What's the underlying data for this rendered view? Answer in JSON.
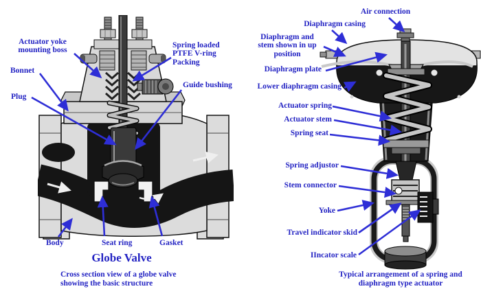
{
  "figure": {
    "colors": {
      "label_text": "#2323c3",
      "leader_arrow": "#2e2ed6",
      "background": "#ffffff"
    },
    "left": {
      "title": "Globe Valve",
      "caption": [
        "Cross section view of a globe valve",
        "showing the basic structure"
      ],
      "labels": {
        "actuator_yoke_line1": "Actuator yoke",
        "actuator_yoke_line2": "mounting boss",
        "bonnet": "Bonnet",
        "plug": "Plug",
        "packing_line1": "Spring loaded",
        "packing_line2": "PTFE V-ring",
        "packing_line3": "Packing",
        "guide_bushing": "Guide bushing",
        "body": "Body",
        "seat_ring": "Seat ring",
        "gasket": "Gasket"
      }
    },
    "right": {
      "caption": [
        "Typical arrangement of a spring and",
        "diaphragm type actuator"
      ],
      "labels": {
        "air_connection": "Air connection",
        "diaphragm_casing": "Diaphragm casing",
        "diaphragm_stem_line1": "Diaphragm and",
        "diaphragm_stem_line2": "stem shown in up",
        "diaphragm_stem_line3": "position",
        "diaphragm_plate": "Diaphragm plate",
        "lower_diaphragm_casing": "Lower diaphragm casing",
        "actuator_spring": "Actuator spring",
        "actuator_stem": "Actuator stem",
        "spring_seat": "Spring seat",
        "spring_adjustor": "Spring adjustor",
        "stem_connector": "Stem connector",
        "yoke": "Yoke",
        "travel_indicator_skid": "Travel indicator skid",
        "indicator_scale": "IIncator scale"
      }
    }
  }
}
